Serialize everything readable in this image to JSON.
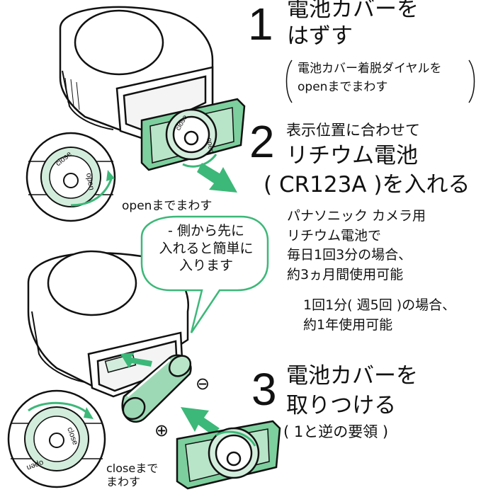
{
  "step1": {
    "number": "1",
    "title_line1": "電池カバーを",
    "title_line2": "はずす",
    "note_line1": "電池カバー着脱ダイヤルを",
    "note_line2": "openまでまわす"
  },
  "step2": {
    "number": "2",
    "subtitle": "表示位置に合わせて",
    "title_line1": "リチウム電池",
    "title_line2": "( CR123A )を入れる",
    "info": [
      "パナソニック カメラ用",
      "リチウム電池で",
      "毎日1回3分の場合、",
      "約3ヵ月間使用可能"
    ],
    "info2": [
      "1回1分( 週5回 )の場合、",
      "約1年使用可能"
    ]
  },
  "step3": {
    "number": "3",
    "title_line1": "電池カバーを",
    "title_line2": "取りつける",
    "note": "( 1と逆の要領 )"
  },
  "bubble": {
    "line1": "- 側から先に",
    "line2": "入れると簡単に",
    "line3": "入ります"
  },
  "dial": {
    "close": "close",
    "open": "open",
    "open_caption": "openまでまわす",
    "close_caption_line1": "closeまで",
    "close_caption_line2": "まわす"
  },
  "symbols": {
    "minus": "⊖",
    "plus": "⊕"
  },
  "colors": {
    "accent_green": "#3cb878",
    "light_green": "#9ed9b6",
    "pale_green": "#d3eddc",
    "line": "#111111"
  }
}
